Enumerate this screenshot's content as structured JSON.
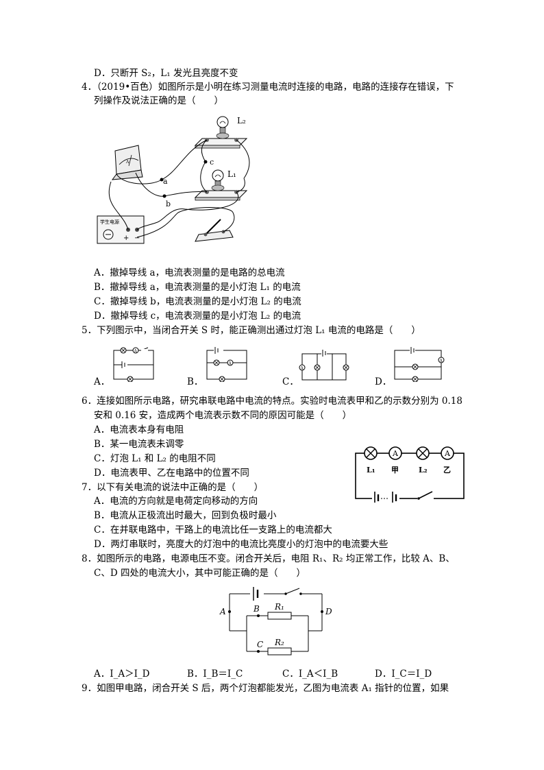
{
  "q3": {
    "d": "D．只断开 S₂，L₁ 发光且亮度不变"
  },
  "q4": {
    "stem1": "4．（2019•百色）如图所示是小明在练习测量电流时连接的电路，电路的连接存在错误，下",
    "stem2": "列操作及说法正确的是（　　）",
    "fig": {
      "L2": "L₂",
      "L1": "L₁",
      "a": "a",
      "b": "b",
      "c": "c",
      "supply": "学生电源"
    },
    "options": [
      "A．撤掉导线 a，电流表测量的是电路的总电流",
      "B．撤掉导线 a，电流表测量的是小灯泡 L₁ 的电流",
      "C．撤掉导线 b，电流表测量的是小灯泡 L₂ 的电流",
      "D．撤掉导线 c，电流表测量的是小灯泡 L₂ 的电流"
    ]
  },
  "q5": {
    "stem": "5．下列图示中，当闭合开关 S 时，能正确测出通过灯泡 L₁ 电流的电路是（　　）",
    "labels": [
      "A．",
      "B．",
      "C．",
      "D．"
    ]
  },
  "q6": {
    "stem1": "6．连接如图所示电路，研究串联电路中电流的特点。实验时电流表甲和乙的示数分别为 0.18",
    "stem2": "安和 0.16 安，造成两个电流表示数不同的原因可能是（　　）",
    "options": [
      "A．电流表本身有电阻",
      "B．某一电流表未调零",
      "C．灯泡 L₁ 和 L₂ 的电阻不同",
      "D．电流表甲、乙在电路中的位置不同"
    ],
    "fig": {
      "L1": "L₁",
      "jia": "甲",
      "L2": "L₂",
      "yi": "乙",
      "ammeter": "A"
    }
  },
  "q7": {
    "stem": "7．以下有关电流的说法中正确的是（　　）",
    "options": [
      "A．电流的方向就是电荷定向移动的方向",
      "B．电流从正极流出时最大，回到负极时最小",
      "C．在并联电路中，干路上的电流比任一支路上的电流都大",
      "D．两灯串联时，亮度大的灯泡中的电流比亮度小的灯泡中的电流要大些"
    ]
  },
  "q8": {
    "stem1": "8．如图所示的电路，电源电压不变。闭合开关后，电阻 R₁、R₂ 均正常工作，比较 A、B、",
    "stem2": "C、D 四处的电流大小，其中可能正确的是（　　）",
    "fig": {
      "A": "A",
      "B": "B",
      "C": "C",
      "D": "D",
      "R1": "R₁",
      "R2": "R₂"
    },
    "options": [
      "A．I_A＞I_D",
      "B．I_B＝I_C",
      "C．I_A＜I_B",
      "D．I_C＝I_D"
    ]
  },
  "q9": {
    "stem": "9．如图甲电路，闭合开关 S 后，两个灯泡都能发光，乙图为电流表 A₁ 指针的位置，如果"
  }
}
